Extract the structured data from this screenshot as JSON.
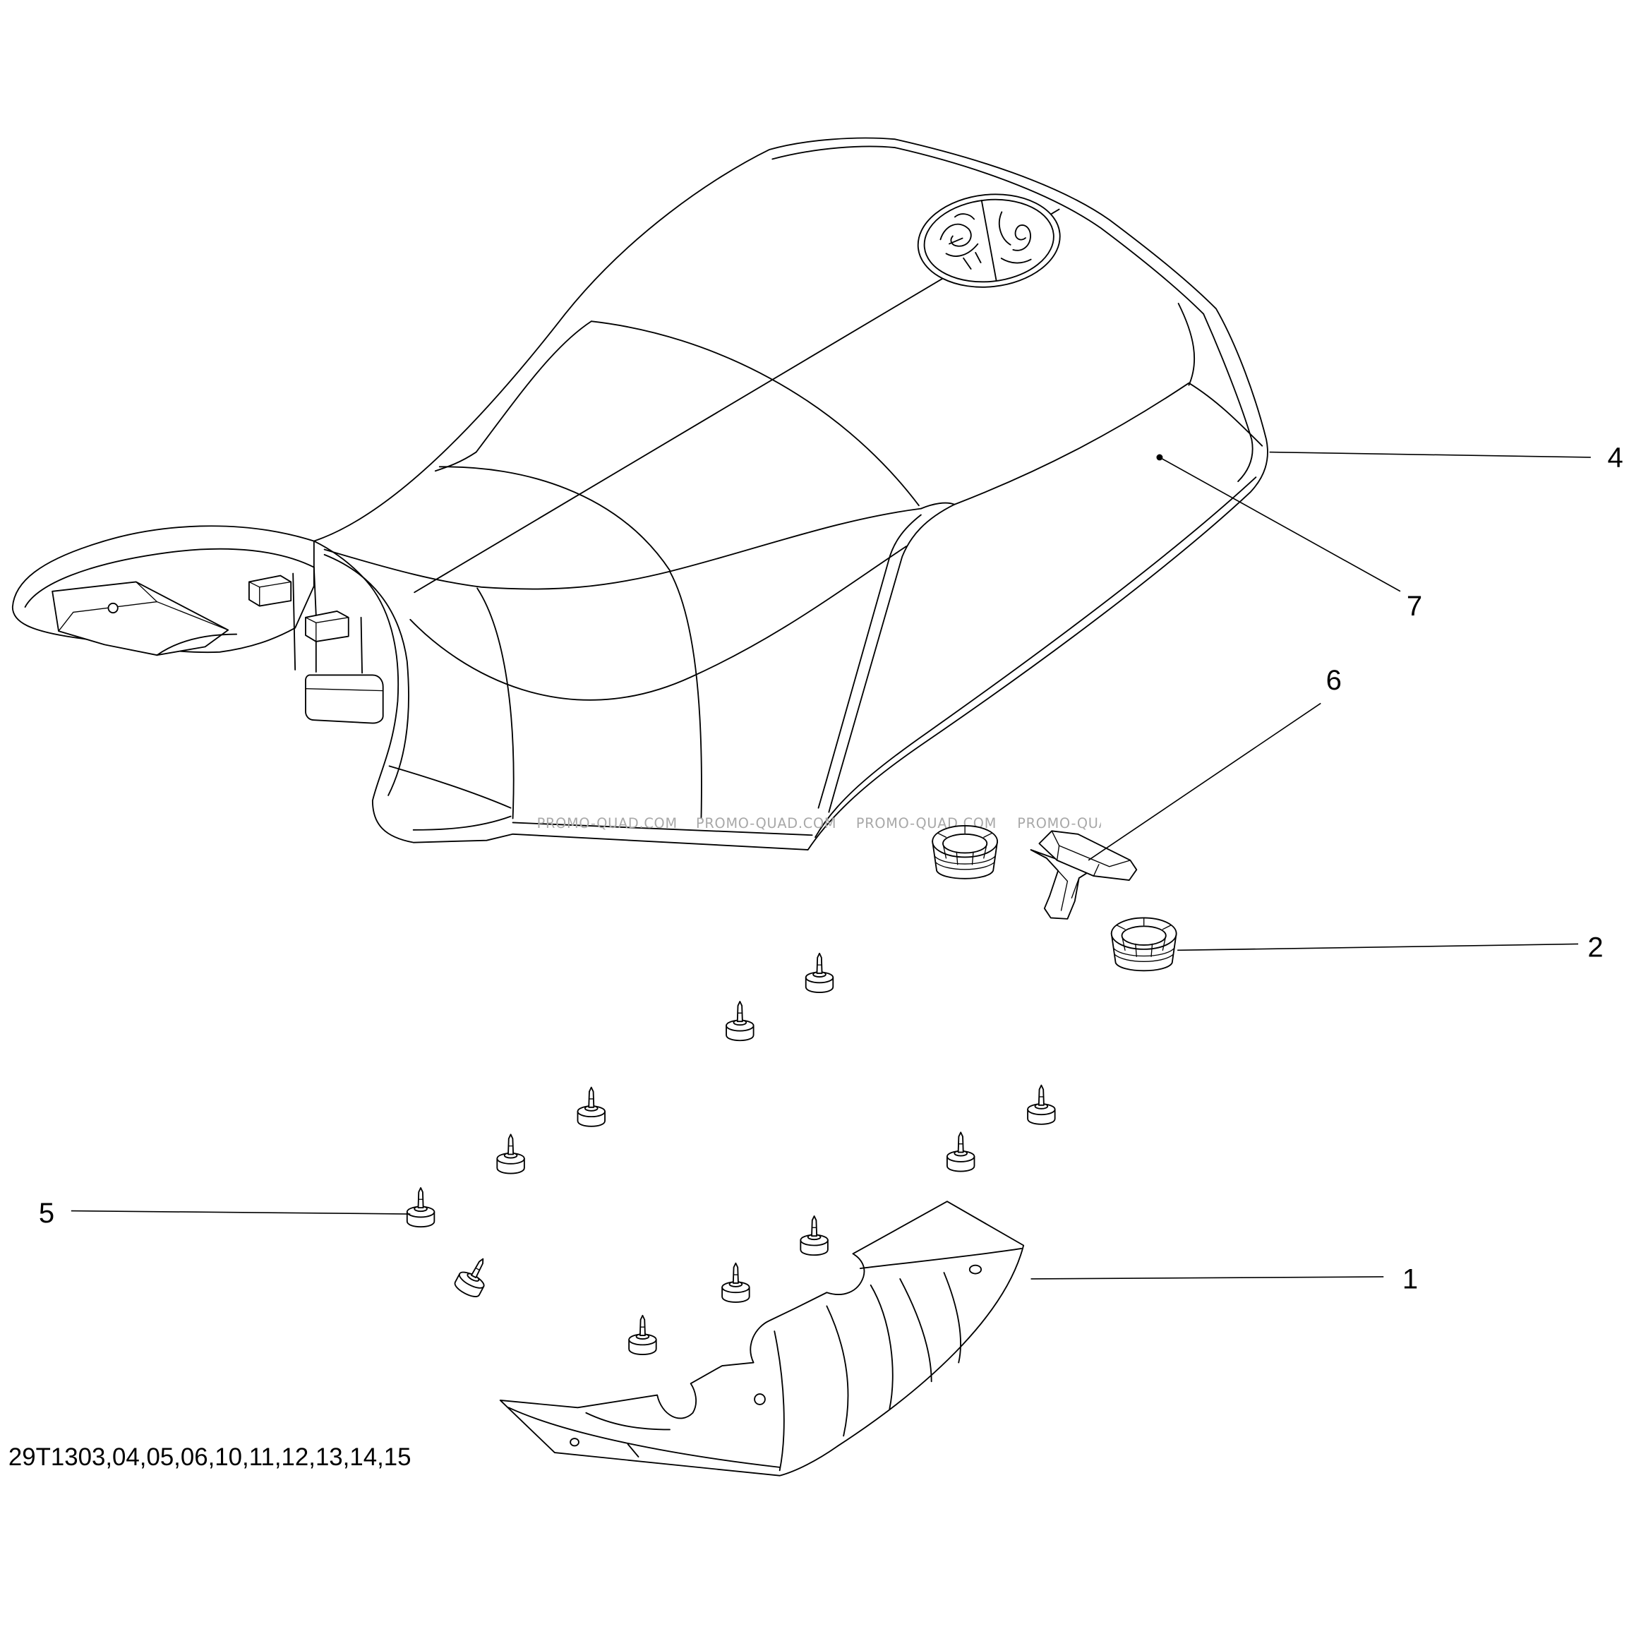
{
  "diagram": {
    "callouts": {
      "part_1": "1",
      "part_2": "2",
      "part_4": "4",
      "part_5": "5",
      "part_6": "6",
      "part_7": "7"
    },
    "part_numbers": "29T1303,04,05,06,10,11,12,13,14,15",
    "watermark": "PROMO-QUAD.COM"
  },
  "icons": {
    "seat_emblem": "seat-emblem-logo"
  },
  "colors": {
    "line": "#000000",
    "background": "#ffffff",
    "watermark": "#a8a8a8"
  }
}
